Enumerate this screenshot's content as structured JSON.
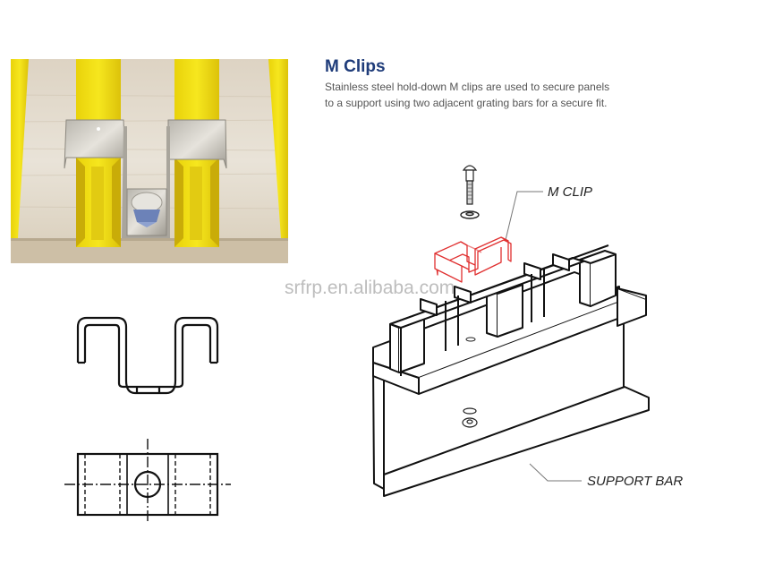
{
  "header": {
    "title": "M Clips",
    "description_lines": [
      "Stainless steel hold-down M clips are used to secure panels",
      "to a support using two adjacent grating bars for a secure fit."
    ]
  },
  "photo": {
    "subject": "Stainless steel M clip installed on yellow FRP grating bars with bolt"
  },
  "diagram": {
    "callouts": {
      "m_clip": "M CLIP",
      "support_bar": "SUPPORT BAR"
    },
    "parts": [
      "bolt",
      "washer",
      "m-clip",
      "grating",
      "support-bar",
      "washer",
      "nut"
    ]
  },
  "drawings": {
    "side_view": "M clip profile",
    "top_view": "M clip plan with bolt hole"
  },
  "watermark": "srfrp.en.alibaba.com",
  "colors": {
    "title": "#1f3c7a",
    "description": "#555555",
    "clip_highlight": "#e03030",
    "grating_yellow": "#f2e21a",
    "line": "#111111",
    "watermark": "#bdbdbd"
  }
}
